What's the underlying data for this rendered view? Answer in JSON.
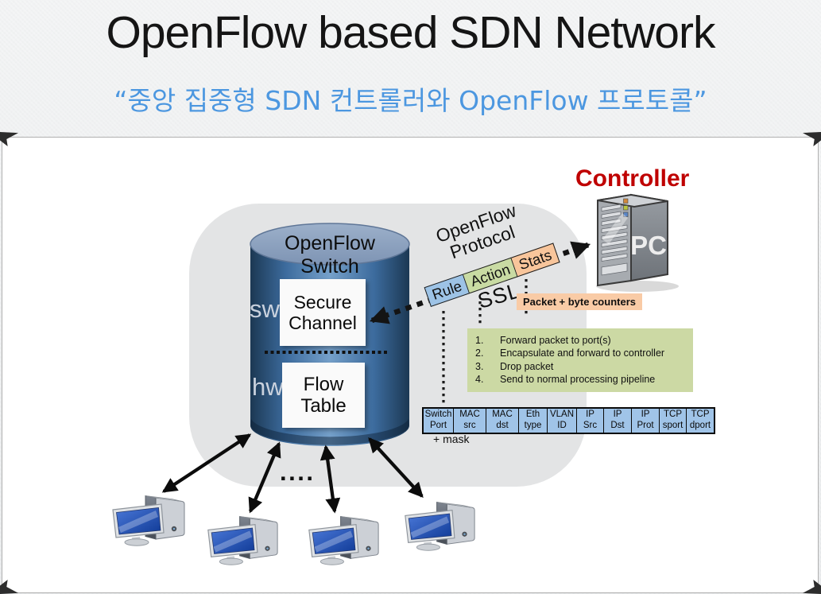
{
  "header": {
    "title": "OpenFlow based SDN Network",
    "subtitle": "“중앙 집중형 SDN 컨트롤러와 OpenFlow 프로토콜”"
  },
  "diagram": {
    "switch_label": "OpenFlow Switch",
    "sw_label": "sw",
    "hw_label": "hw",
    "secure_channel_label": "Secure Channel",
    "flow_table_label": "Flow Table",
    "protocol_label": "OpenFlow Protocol",
    "ssl_label": "SSL",
    "flow_entry_parts": {
      "rule": "Rule",
      "action": "Action",
      "stats": "Stats"
    },
    "counters_label": "Packet + byte counters",
    "controller_label": "Controller",
    "pc_label": "PC",
    "actions": {
      "numbers": [
        "1.",
        "2.",
        "3.",
        "4."
      ],
      "items": [
        "Forward packet to port(s)",
        "Encapsulate and forward to controller",
        "Drop packet",
        "Send to normal processing pipeline"
      ]
    },
    "header_fields": [
      [
        "Switch",
        "Port"
      ],
      [
        "MAC",
        "src"
      ],
      [
        "MAC",
        "dst"
      ],
      [
        "Eth",
        "type"
      ],
      [
        "VLAN",
        "ID"
      ],
      [
        "IP",
        "Src"
      ],
      [
        "IP",
        "Dst"
      ],
      [
        "IP",
        "Prot"
      ],
      [
        "TCP",
        "sport"
      ],
      [
        "TCP",
        "dport"
      ]
    ],
    "mask_label": "+ mask",
    "ellipsis": "...."
  },
  "colors": {
    "subtitle_blue": "#4c97e0",
    "controller_red": "#bf0000",
    "rule_blue": "#9dc3e6",
    "action_green": "#c9dba3",
    "stats_orange": "#f8c59b",
    "counters_bg": "#f9cba6",
    "actions_bg": "#ccd9a4",
    "table_blue": "#a0c4e8"
  }
}
